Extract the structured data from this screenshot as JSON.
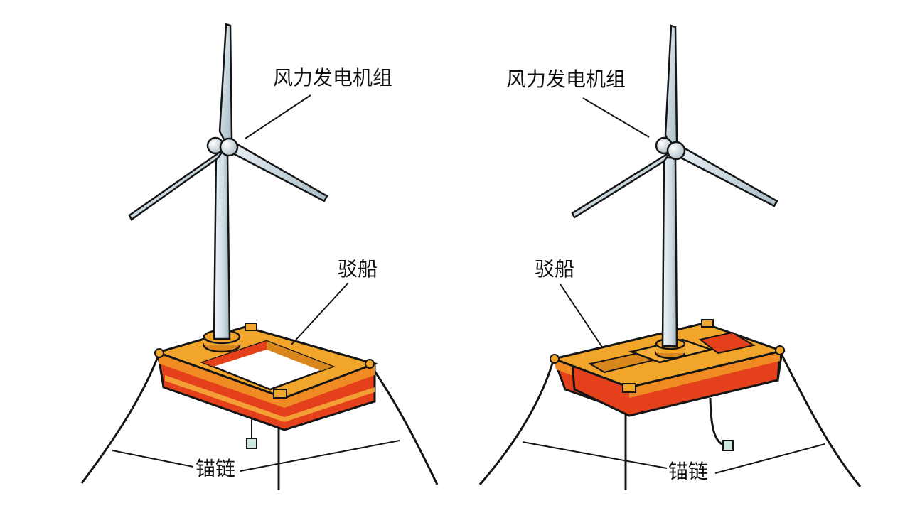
{
  "diagrams": [
    {
      "turbine_label": "风力发电机组",
      "barge_label": "驳船",
      "chain_label": "锚链"
    },
    {
      "turbine_label": "风力发电机组",
      "barge_label": "驳船",
      "chain_label": "锚链"
    }
  ],
  "colors": {
    "deck": "#f2a52b",
    "deck_shadow": "#d9861d",
    "hull_red": "#e4401b",
    "hull_stripe": "#f08a23",
    "blade": "#c8d6de",
    "tower": "#d7e3ea",
    "outline": "#151515"
  }
}
